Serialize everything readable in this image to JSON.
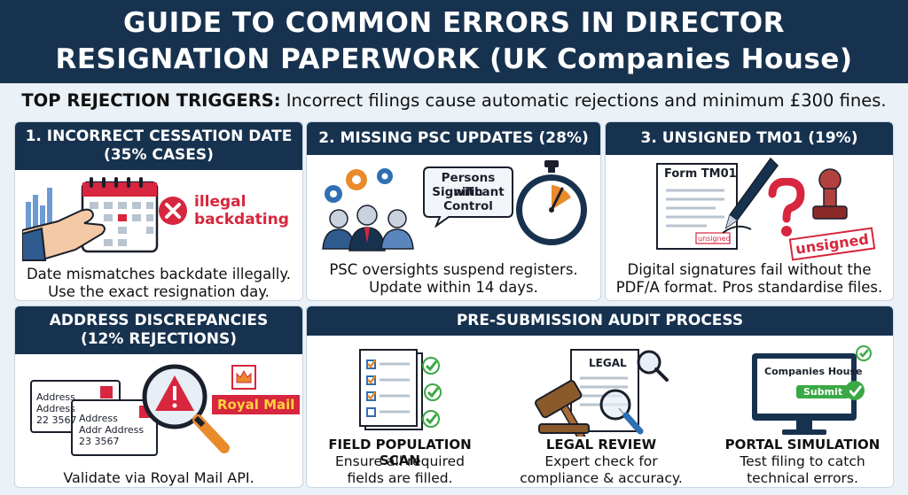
{
  "header": {
    "title_line1": "GUIDE TO COMMON ERRORS IN DIRECTOR",
    "title_line2": "RESIGNATION PAPERWORK (UK Companies House)"
  },
  "trigger": {
    "label": "TOP REJECTION TRIGGERS:",
    "text": " Incorrect filings cause automatic rejections and minimum £300 fines."
  },
  "cards": {
    "cessation": {
      "title_line1": "1. INCORRECT CESSATION DATE",
      "title_line2": "(35% CASES)",
      "badge_line1": "illegal",
      "badge_line2": "backdating",
      "caption_line1": "Date mismatches backdate illegally.",
      "caption_line2": "Use the exact resignation day."
    },
    "psc": {
      "title": "2. MISSING PSC UPDATES (28%)",
      "bubble_line1": "Persons with",
      "bubble_line2": "Significant",
      "bubble_line3": "Control",
      "caption_line1": "PSC oversights suspend registers.",
      "caption_line2": "Update within 14 days."
    },
    "tm01": {
      "title": "3. UNSIGNED TM01 (19%)",
      "form_label": "Form TM01",
      "small_stamp": "unsigned",
      "stamp": "unsigned",
      "caption_line1": "Digital signatures fail without the",
      "caption_line2": "PDF/A format. Pros standardise files."
    },
    "address": {
      "title_line1": "ADDRESS DISCREPANCIES",
      "title_line2": "(12% REJECTIONS)",
      "env1_line1": "Address",
      "env1_line2": "Address",
      "env1_line3": "22 3567",
      "env2_line1": "Address",
      "env2_line2": "Addr Address",
      "env2_line3": "23 3567",
      "royal_mail": "Royal Mail",
      "caption": "Validate via Royal Mail API."
    },
    "audit": {
      "title": "PRE-SUBMISSION AUDIT PROCESS",
      "steps": [
        {
          "title": "FIELD POPULATION SCAN",
          "line1": "Ensure all required",
          "line2": "fields are filled."
        },
        {
          "title": "LEGAL REVIEW",
          "line1": "Expert check for",
          "line2": "compliance & accuracy.",
          "doc_label": "LEGAL"
        },
        {
          "title": "PORTAL SIMULATION",
          "line1": "Test filing to catch",
          "line2": "technical errors.",
          "screen_label": "Companies House",
          "button_label": "Submit"
        }
      ]
    }
  },
  "colors": {
    "navy": "#17324f",
    "red": "#d7263d",
    "orange": "#e98a2b",
    "green": "#3aa845",
    "blue": "#2f6fb3"
  }
}
